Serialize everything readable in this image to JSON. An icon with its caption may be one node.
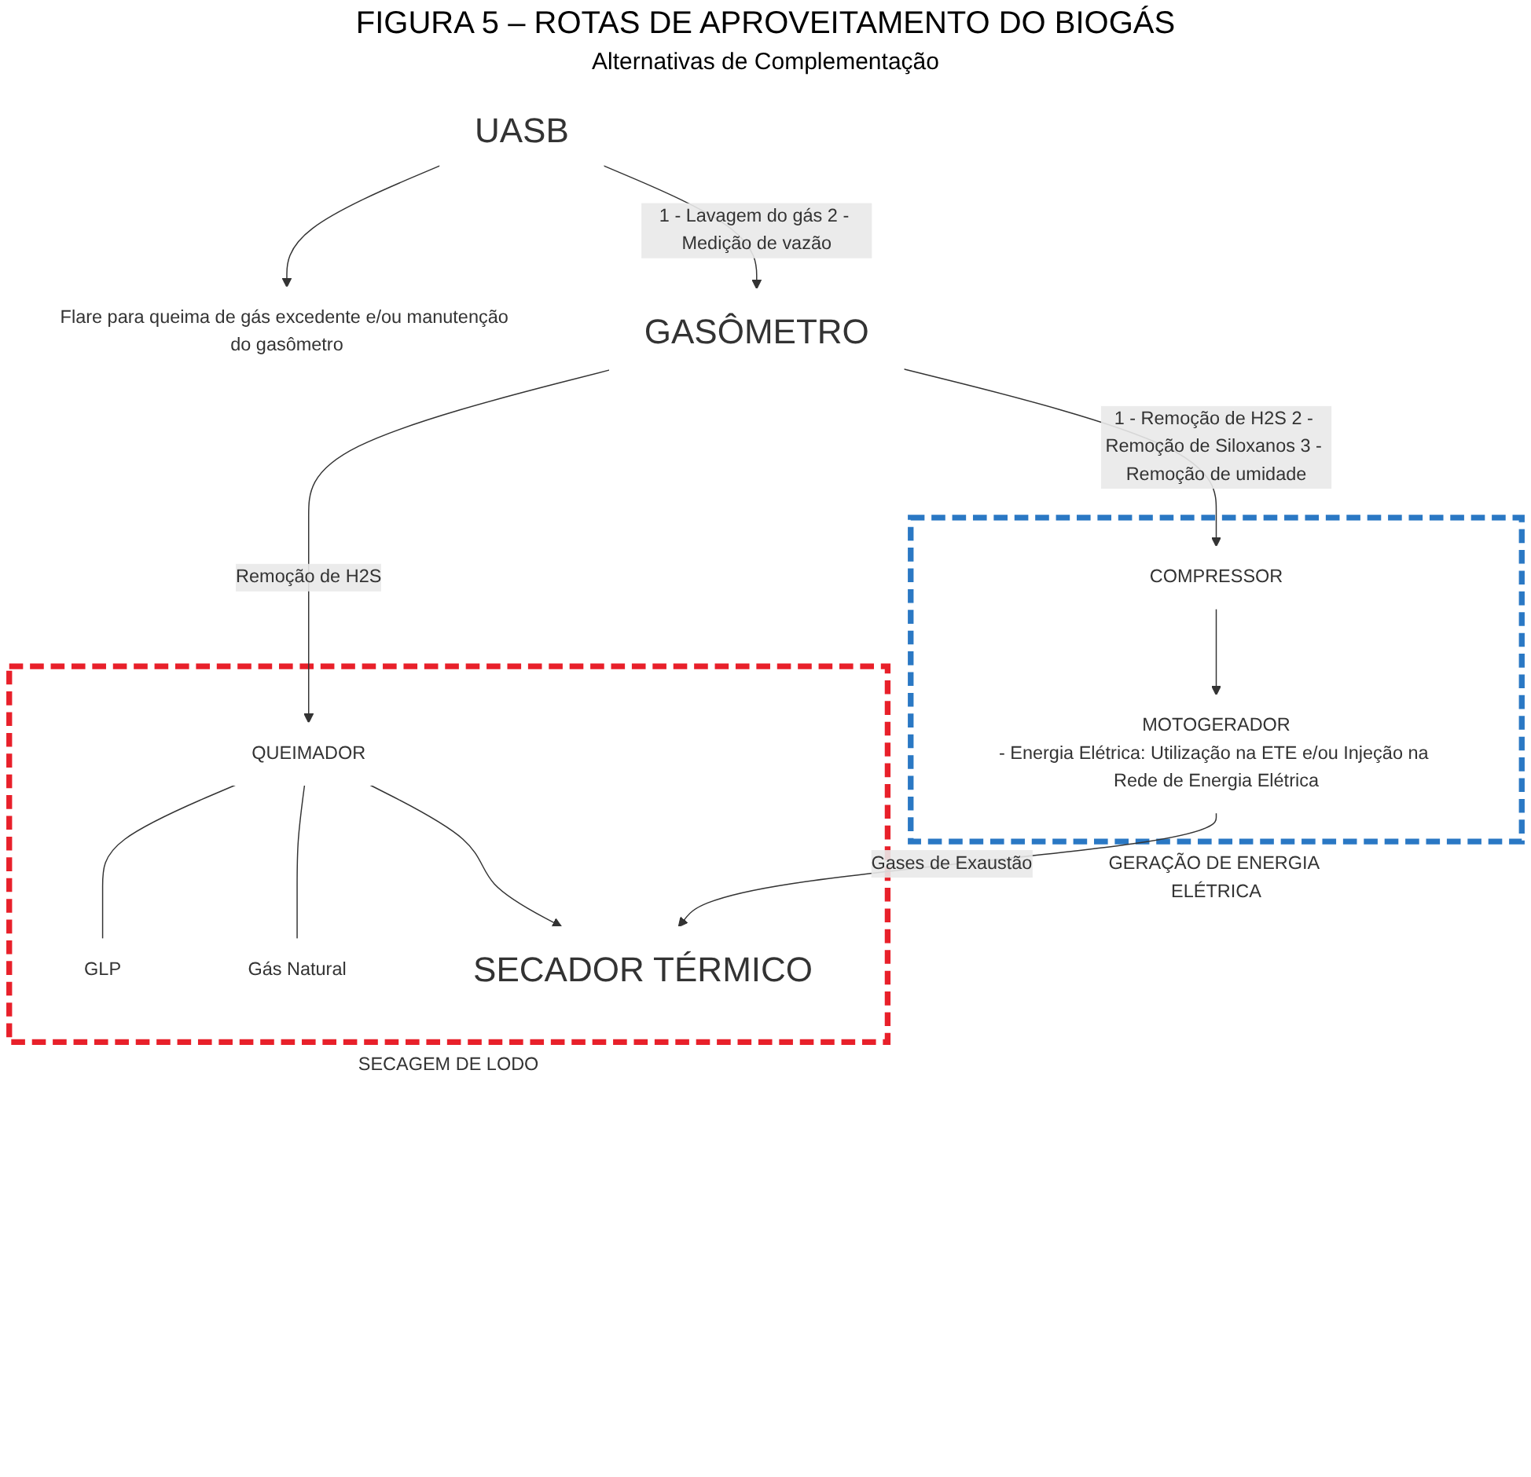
{
  "diagram": {
    "title": "FIGURA 5 – ROTAS DE APROVEITAMENTO DO BIOGÁS",
    "nodes": [
      {
        "text": [
          "UASB"
        ]
      },
      {
        "text": [
          "Flare para queima de gás excedente e/ou manutenção do gasômetro"
        ]
      },
      {
        "text": [
          "GASÔMETRO"
        ]
      },
      {
        "text": [
          "SECAGEM DE LODO"
        ]
      },
      {
        "text": [
          "QUEIMADOR"
        ],
        "in": 3
      },
      {
        "text": [
          "SECADOR TÉRMICO"
        ],
        "in": 3
      },
      {
        "text": [
          "GLP"
        ],
        "in": 3
      },
      {
        "text": [
          "Gás Natural"
        ],
        "in": 3
      },
      {
        "text": [
          "GERAÇÃO DE ENERGIA ELÉTRICA"
        ]
      },
      {
        "text": [
          "COMPRESSOR"
        ],
        "in": 8
      },
      {
        "text": [
          "MOTOGERADOR",
          "- Energia Elétrica: Utilização na ETE e/ou Injeção na Rede de Energia Elétrica"
        ],
        "in": 8
      }
    ],
    "edges": [
      {
        "from": 0,
        "to": 1,
        "arrow": "to"
      },
      {
        "from": 0,
        "to": 2,
        "arrow": "to",
        "label": "1 - Lavagem do gás 2 - Medição de vazão"
      },
      {
        "from": 2,
        "to": 4,
        "arrow": "to",
        "label": "Remoção de H2S"
      },
      {
        "from": 2,
        "to": 9,
        "arrow": "to",
        "label": "1 - Remoção de H2S 2 - Remoção de Siloxanos 3 - Remoção de umidade"
      },
      {
        "from": 4,
        "to": 6,
        "arrow": "none"
      },
      {
        "from": 4,
        "to": 7,
        "arrow": "none"
      },
      {
        "from": 4,
        "to": 5,
        "arrow": "to"
      },
      {
        "from": 9,
        "to": 10,
        "arrow": "to"
      },
      {
        "from": 10,
        "to": 5,
        "arrow": "to",
        "label": "Gases de Exaustão"
      }
    ],
    "labels": [
      "Alternativas de Complementação"
    ]
  }
}
